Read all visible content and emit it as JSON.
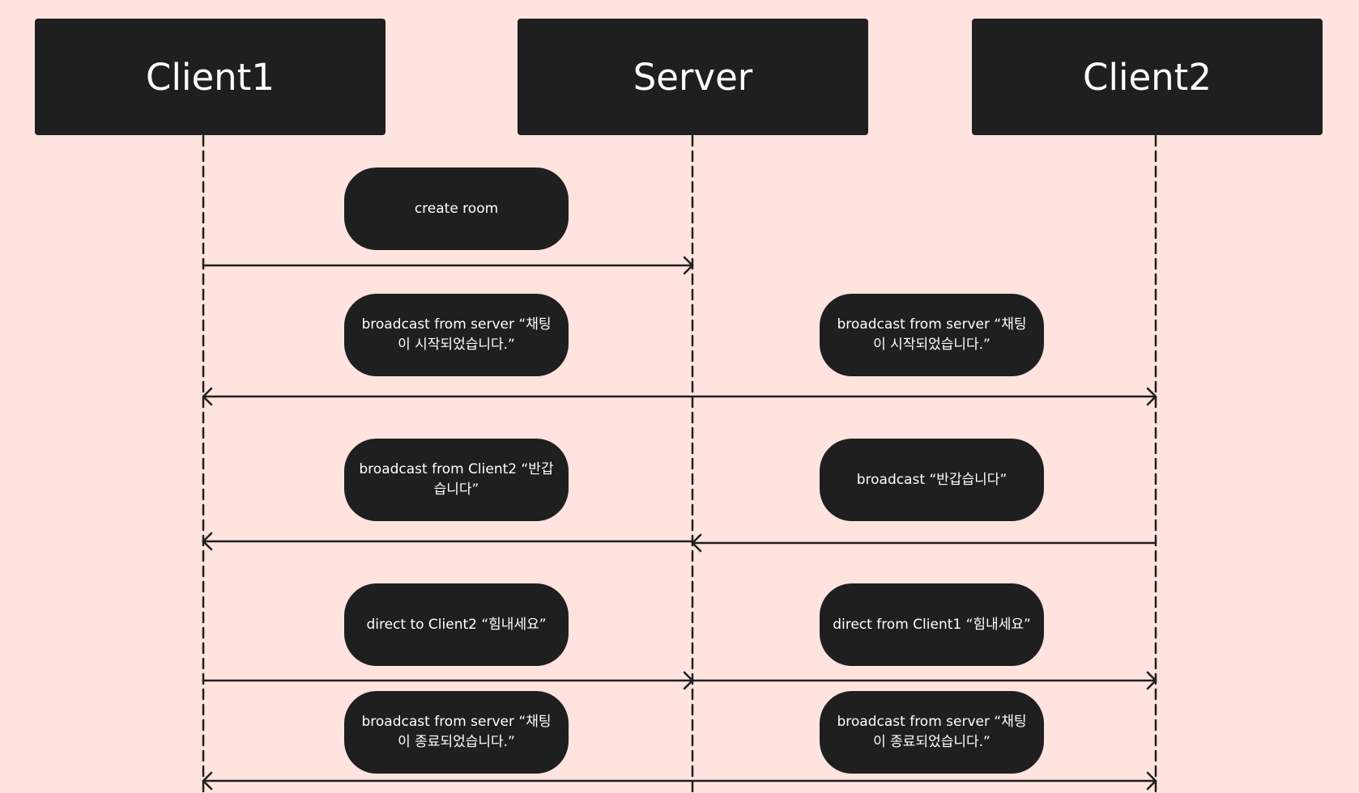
{
  "actors": {
    "client1": "Client1",
    "server": "Server",
    "client2": "Client2"
  },
  "messages": {
    "create_room": "create room",
    "broadcast_start_c1": "broadcast from server “채팅이 시작되었습니다.”",
    "broadcast_start_c2": "broadcast from server “채팅이 시작되었습니다.”",
    "broadcast_from_client2": "broadcast from Client2 “반갑습니다”",
    "broadcast_greeting": "broadcast “반갑습니다”",
    "direct_to_client2": "direct to Client2 “힘내세요”",
    "direct_from_client1": "direct from Client1 “힘내세요”",
    "broadcast_end_c1": "broadcast from server “채팅이 종료되었습니다.”",
    "broadcast_end_c2": "broadcast from server “채팅이 종료되었습니다.”"
  },
  "colors": {
    "background": "#FEE3DE",
    "box": "#1F1F1F",
    "text": "#FFFFFF",
    "line": "#1F1F1F"
  }
}
